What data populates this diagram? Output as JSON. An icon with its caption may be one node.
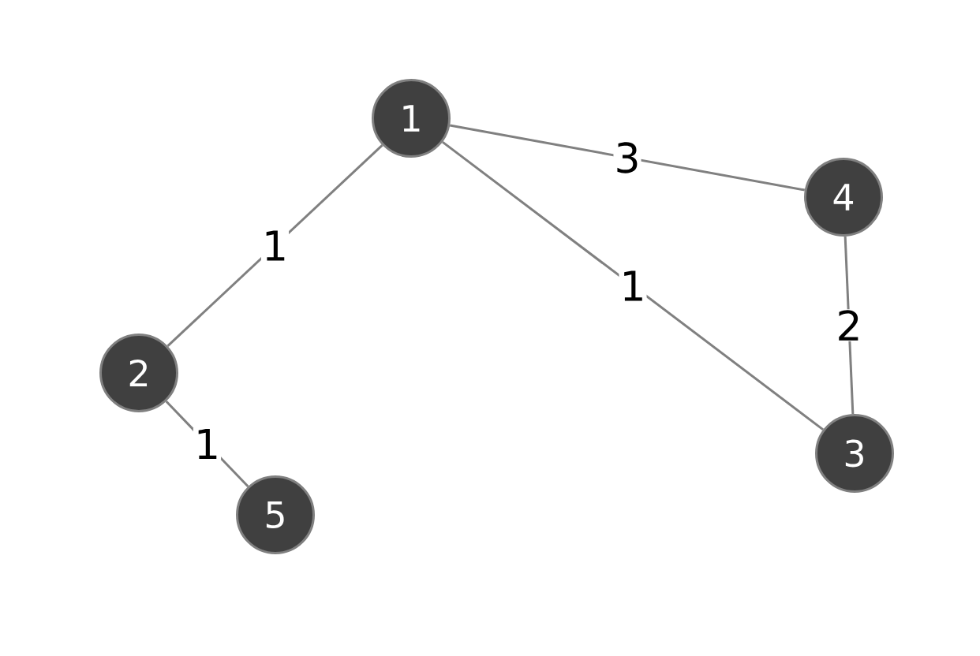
{
  "diagram": {
    "nodes": [
      {
        "text": [
          "1"
        ]
      },
      {
        "text": [
          "2"
        ]
      },
      {
        "text": [
          "3"
        ]
      },
      {
        "text": [
          "4"
        ]
      },
      {
        "text": [
          "5"
        ]
      }
    ],
    "edges": [
      {
        "from": 0,
        "to": 1,
        "arrow": "none",
        "label": "1"
      },
      {
        "from": 0,
        "to": 3,
        "arrow": "none",
        "label": "3"
      },
      {
        "from": 0,
        "to": 2,
        "arrow": "none",
        "label": "1"
      },
      {
        "from": 3,
        "to": 2,
        "arrow": "none",
        "label": "2"
      },
      {
        "from": 1,
        "to": 4,
        "arrow": "none",
        "label": "1"
      }
    ]
  }
}
